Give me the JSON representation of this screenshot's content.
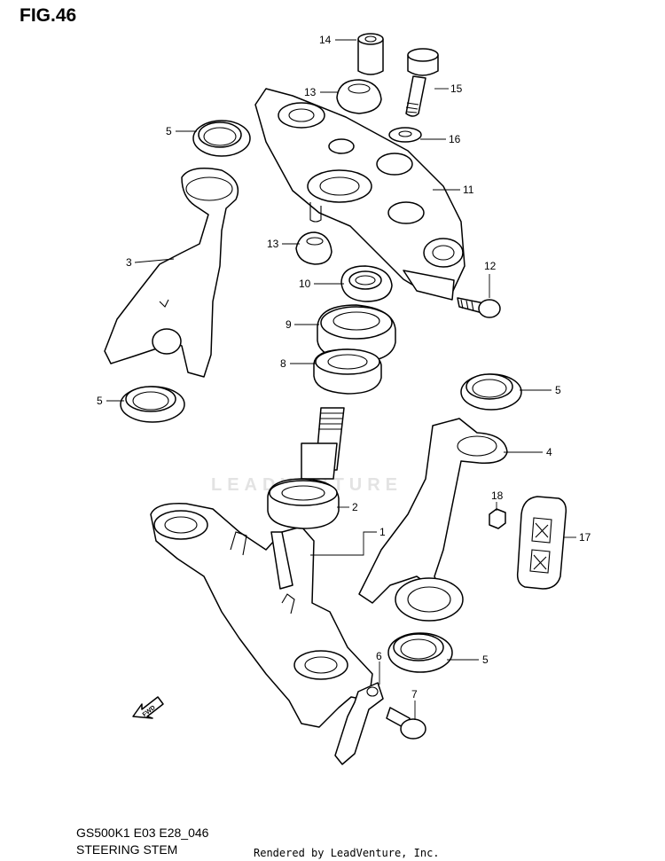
{
  "figure": {
    "title": "FIG.46",
    "model_code": "GS500K1 E03 E28_046",
    "assembly_name": "STEERING STEM",
    "credit": "Rendered by LeadVenture, Inc.",
    "watermark": "LEADVENTURE",
    "fwd_label": "FWD"
  },
  "callouts": [
    {
      "id": "c14",
      "label": "14"
    },
    {
      "id": "c13a",
      "label": "13"
    },
    {
      "id": "c15",
      "label": "15"
    },
    {
      "id": "c5a",
      "label": "5"
    },
    {
      "id": "c16",
      "label": "16"
    },
    {
      "id": "c11",
      "label": "11"
    },
    {
      "id": "c13b",
      "label": "13"
    },
    {
      "id": "c3",
      "label": "3"
    },
    {
      "id": "c12",
      "label": "12"
    },
    {
      "id": "c10",
      "label": "10"
    },
    {
      "id": "c9",
      "label": "9"
    },
    {
      "id": "c8",
      "label": "8"
    },
    {
      "id": "c5b",
      "label": "5"
    },
    {
      "id": "c5c",
      "label": "5"
    },
    {
      "id": "c4",
      "label": "4"
    },
    {
      "id": "c18",
      "label": "18"
    },
    {
      "id": "c2",
      "label": "2"
    },
    {
      "id": "c1",
      "label": "1"
    },
    {
      "id": "c17",
      "label": "17"
    },
    {
      "id": "c5d",
      "label": "5"
    },
    {
      "id": "c6",
      "label": "6"
    },
    {
      "id": "c7",
      "label": "7"
    }
  ]
}
